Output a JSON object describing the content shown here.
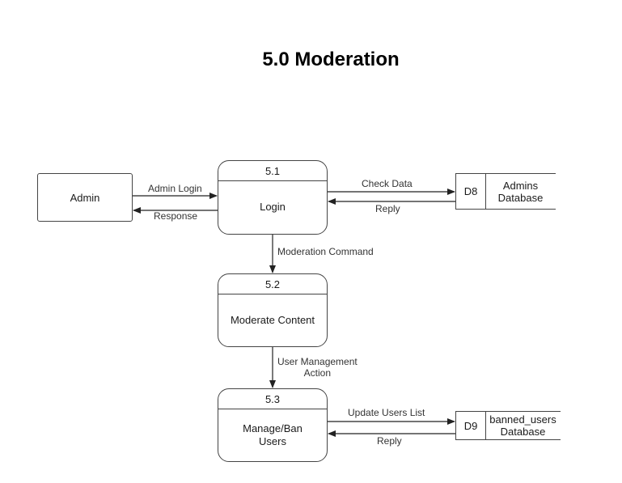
{
  "title": "5.0 Moderation",
  "entity": {
    "name": "Admin"
  },
  "processes": [
    {
      "id": "5.1",
      "name": "Login"
    },
    {
      "id": "5.2",
      "name": "Moderate Content"
    },
    {
      "id": "5.3",
      "name": "Manage/Ban\nUsers"
    }
  ],
  "stores": [
    {
      "id": "D8",
      "name": "Admins\nDatabase"
    },
    {
      "id": "D9",
      "name": "banned_users\nDatabase"
    }
  ],
  "flows": {
    "admin_login": "Admin Login",
    "response": "Response",
    "check_data": "Check Data",
    "reply_d8": "Reply",
    "moderation_command": "Moderation Command",
    "user_management_action": "User Management\nAction",
    "update_users_list": "Update Users List",
    "reply_d9": "Reply"
  },
  "colors": {
    "line": "#222222",
    "border": "#444444"
  }
}
